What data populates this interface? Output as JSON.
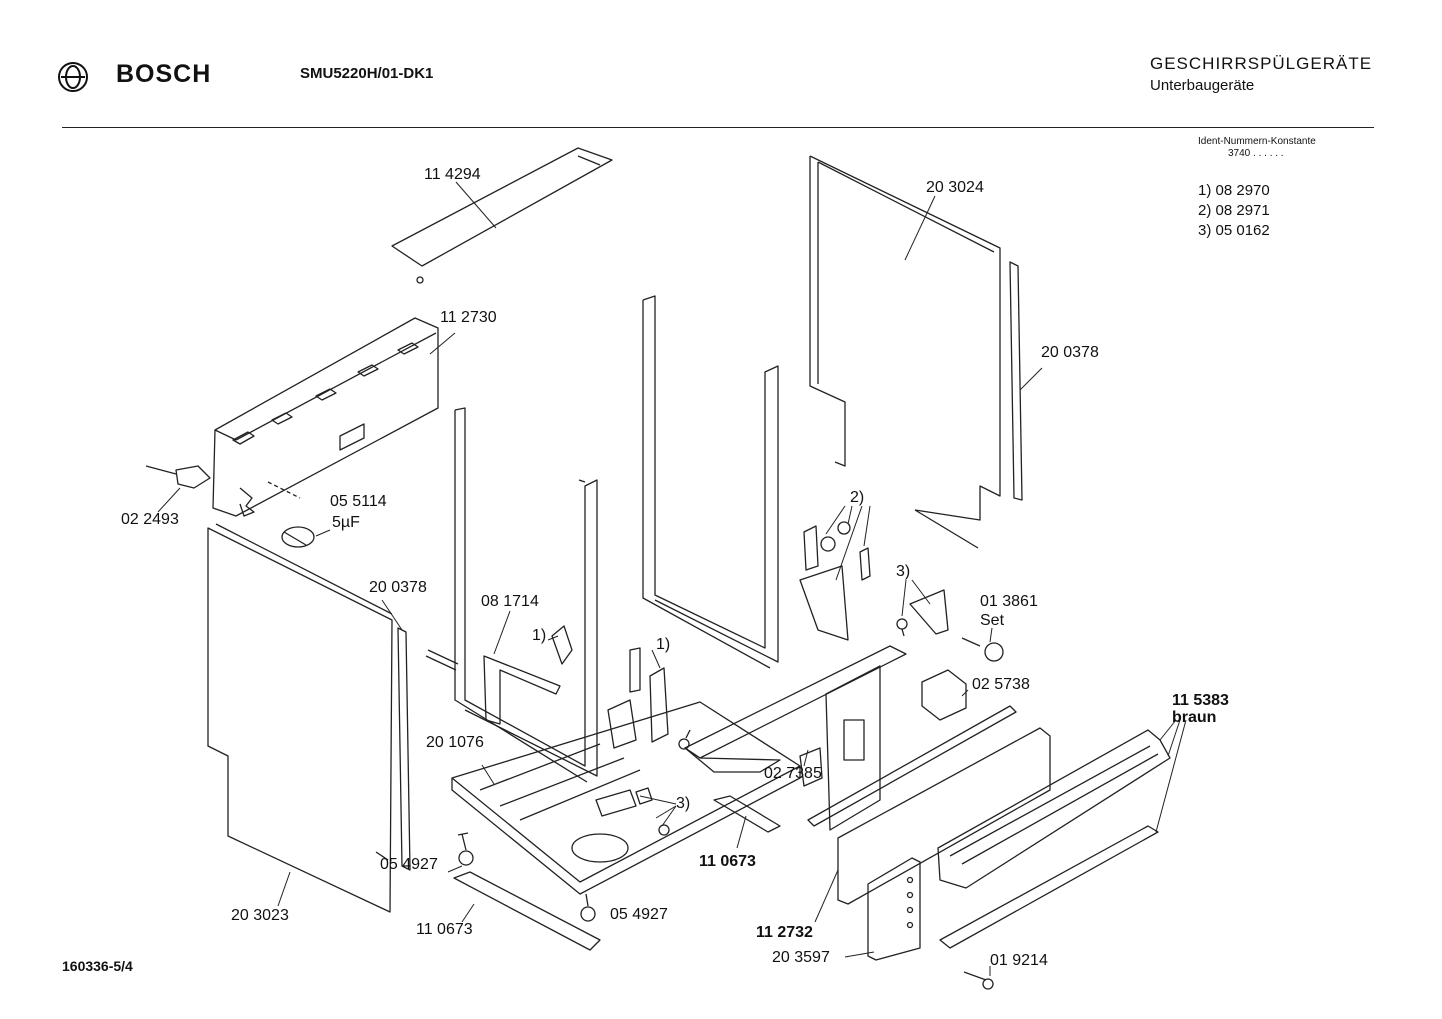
{
  "header": {
    "brand": "BOSCH",
    "model": "SMU5220H/01-DK1",
    "title": "GESCHIRRSPÜLGERÄTE",
    "subtitle": "Unterbaugeräte"
  },
  "ident": {
    "heading": "Ident-Nummern-Konstante",
    "value": "3740  . .   . . . .",
    "refs": [
      "1) 08 2970",
      "2) 08 2971",
      "3) 05 0162"
    ]
  },
  "labels": {
    "p114294": "11 4294",
    "p112730": "11 2730",
    "p203024": "20 3024",
    "p200378_right": "20 0378",
    "p022493": "02 2493",
    "p055114": "05 5114",
    "cap": "5µF",
    "p200378_left": "20 0378",
    "p081714": "08 1714",
    "n1a": "1)",
    "n1b": "1)",
    "n2": "2)",
    "n3a": "3)",
    "n3b": "3)",
    "p013861": "01 3861",
    "set": "Set",
    "p025738": "02 5738",
    "p115383": "11 5383",
    "braun": "braun",
    "p201076": "20 1076",
    "p027385": "02 7385",
    "p110673_mid": "11 0673",
    "p054927_left": "05 4927",
    "p054927_bottom": "05 4927",
    "p110673_bottom": "11 0673",
    "p203023": "20 3023",
    "p112732": "11 2732",
    "p203597": "20 3597",
    "p019214": "01 9214"
  },
  "footer": {
    "drawing_number": "160336-5/4"
  }
}
